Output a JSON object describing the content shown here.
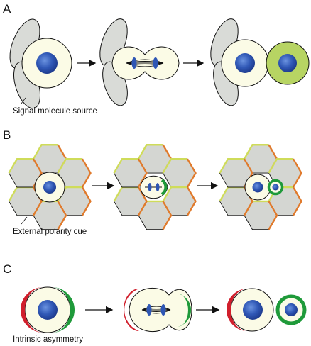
{
  "panels": [
    {
      "letter": "A",
      "caption": "Signal molecule source"
    },
    {
      "letter": "B",
      "caption": "External polarity cue"
    },
    {
      "letter": "C",
      "caption": "Intrinsic asymmetry"
    }
  ],
  "colors": {
    "cytoplasm": "#fbfbe6",
    "nucleus": "#2e56b4",
    "nucleus_highlight": "#5f86d8",
    "source_cell": "#d9dbd7",
    "daughter_cell": "#b7d463",
    "green_determinant": "#1f9a3a",
    "red_determinant": "#d11f2c",
    "tissue_cell": "#d4d6d2",
    "edge_yellow": "#cfdc5a",
    "edge_orange": "#e07a2c",
    "outline": "#111111"
  }
}
